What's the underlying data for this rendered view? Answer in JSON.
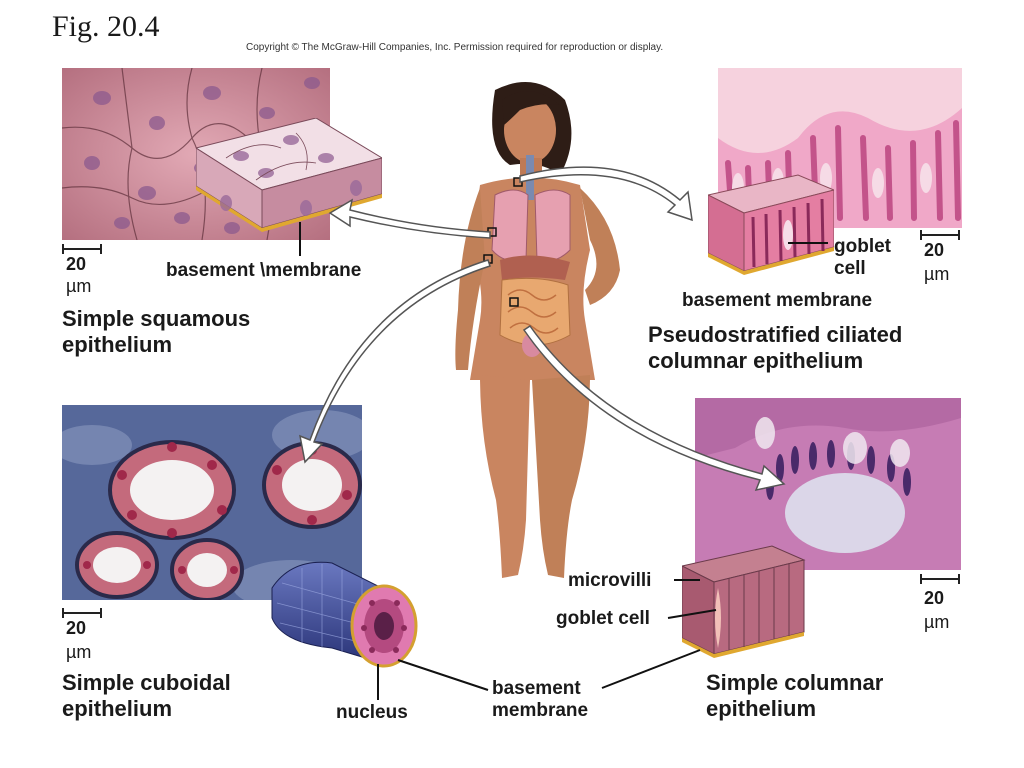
{
  "header": {
    "figure_label": "Fig. 20.4",
    "copyright": "Copyright © The McGraw-Hill Companies, Inc. Permission required for reproduction or display."
  },
  "panels": {
    "squamous": {
      "scale": "20",
      "unit": "µm",
      "label_basement": "basement \\membrane",
      "title_line1": "Simple squamous",
      "title_line2": "epithelium"
    },
    "pseudostratified": {
      "scale": "20",
      "unit": "µm",
      "label_goblet_line1": "goblet",
      "label_goblet_line2": "cell",
      "label_basement": "basement membrane",
      "title_line1": "Pseudostratified ciliated",
      "title_line2": "columnar epithelium"
    },
    "cuboidal": {
      "scale": "20",
      "unit": "µm",
      "label_nucleus": "nucleus",
      "title_line1": "Simple cuboidal",
      "title_line2": "epithelium"
    },
    "columnar": {
      "scale": "20",
      "unit": "µm",
      "label_microvilli": "microvilli",
      "label_goblet": "goblet cell",
      "title_line1": "Simple columnar",
      "title_line2": "epithelium"
    },
    "shared": {
      "label_basement_line1": "basement",
      "label_basement_line2": "membrane"
    }
  },
  "colors": {
    "squamous_bg": "#c98a9a",
    "pseudo_bg": "#e88fb6",
    "cuboidal_bg": "#5a6a9a",
    "columnar_bg": "#c982b8",
    "skin": "#c98560",
    "hair": "#2e1d16"
  }
}
